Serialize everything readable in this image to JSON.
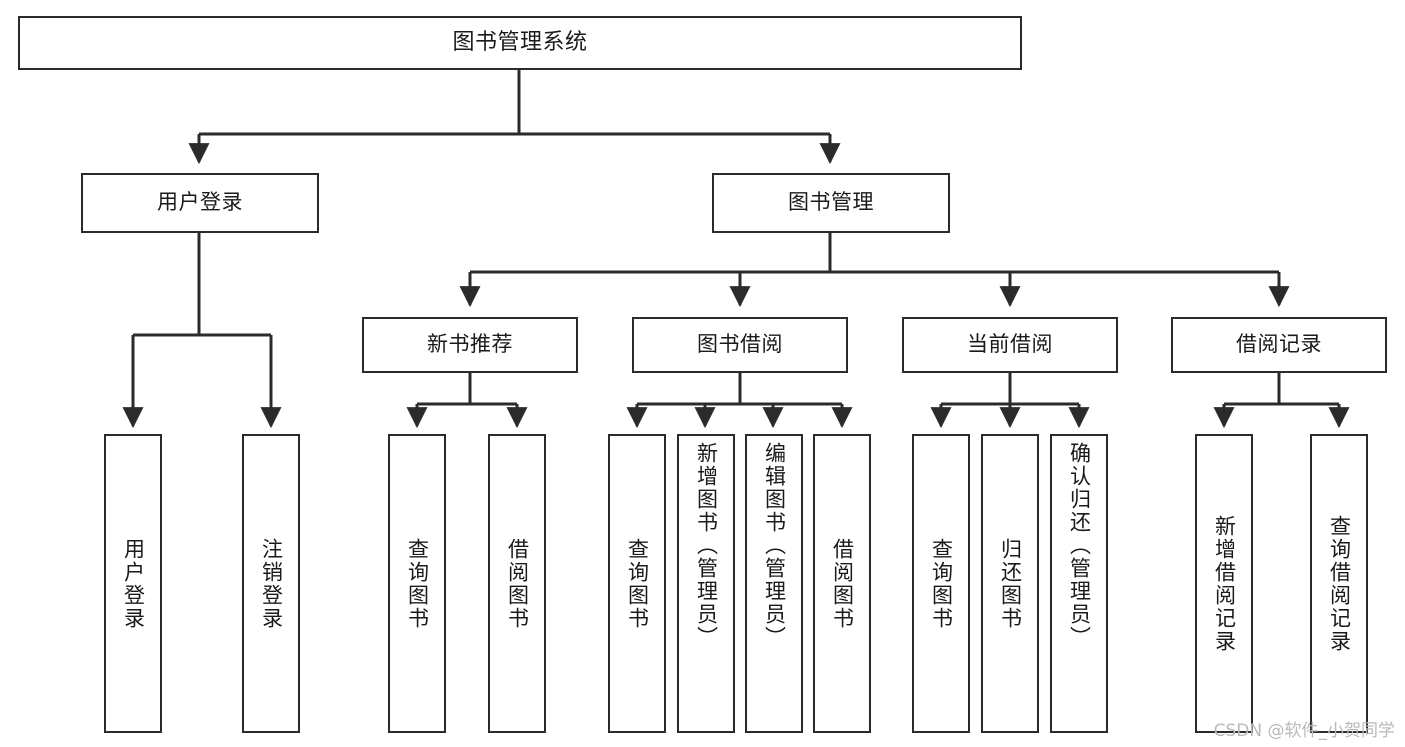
{
  "diagram": {
    "type": "tree-hierarchy-chart",
    "title": "图书管理系统",
    "line_color": "#2b2b2b",
    "box_fill": "#ffffff",
    "text_color": "#1a1a1a",
    "watermark": "CSDN @软件_小贺同学"
  },
  "nodes": {
    "root": {
      "label": "图书管理系统"
    },
    "level2": [
      {
        "id": "user-login",
        "label": "用户登录"
      },
      {
        "id": "book-manage",
        "label": "图书管理"
      }
    ],
    "level3": [
      {
        "id": "new-book-recommend",
        "label": "新书推荐"
      },
      {
        "id": "book-borrow",
        "label": "图书借阅"
      },
      {
        "id": "current-borrow",
        "label": "当前借阅"
      },
      {
        "id": "borrow-record",
        "label": "借阅记录"
      }
    ],
    "leaves": {
      "user_login": [
        {
          "id": "leaf-user-login",
          "label": "用户登录"
        },
        {
          "id": "leaf-logout",
          "label": "注销登录"
        }
      ],
      "new_book_recommend": [
        {
          "id": "leaf-query-book-1",
          "label": "查询图书"
        },
        {
          "id": "leaf-borrow-book-1",
          "label": "借阅图书"
        }
      ],
      "book_borrow": [
        {
          "id": "leaf-query-book-2",
          "label": "查询图书"
        },
        {
          "id": "leaf-add-book",
          "label": "新增图书（管理员）"
        },
        {
          "id": "leaf-edit-book",
          "label": "编辑图书（管理员）"
        },
        {
          "id": "leaf-borrow-book-2",
          "label": "借阅图书"
        }
      ],
      "current_borrow": [
        {
          "id": "leaf-query-book-3",
          "label": "查询图书"
        },
        {
          "id": "leaf-return-book",
          "label": "归还图书"
        },
        {
          "id": "leaf-confirm-return",
          "label": "确认归还（管理员）"
        }
      ],
      "borrow_record": [
        {
          "id": "leaf-add-record",
          "label": "新增借阅记录"
        },
        {
          "id": "leaf-query-record",
          "label": "查询借阅记录"
        }
      ]
    }
  }
}
